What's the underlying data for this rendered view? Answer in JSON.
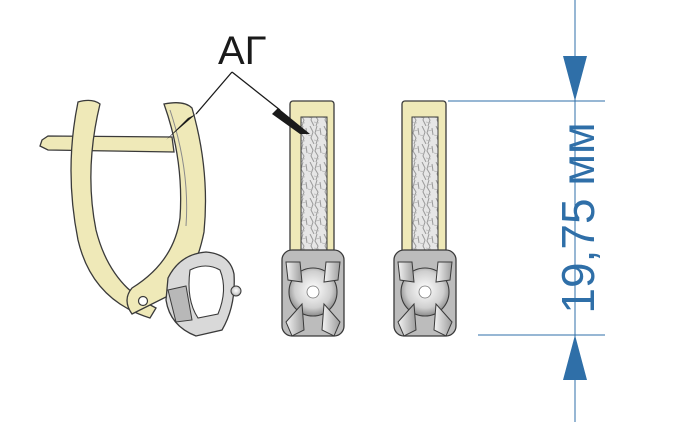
{
  "annotation": {
    "label": "АГ"
  },
  "dimension": {
    "value_text": "19,75 мм",
    "value": 19.75,
    "unit": "мм"
  },
  "colors": {
    "gold": "#efe9b8",
    "outline": "#3a3a3a",
    "white_metal": "#dcdcdc",
    "dimension": "#2f6fa8"
  }
}
